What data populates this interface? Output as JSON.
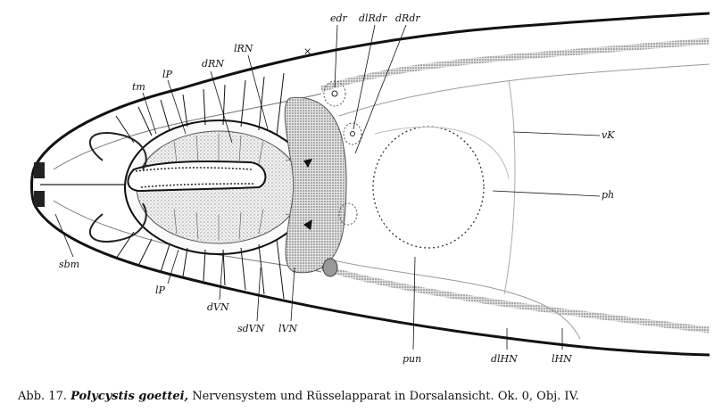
{
  "figure": {
    "labels": {
      "edr": "edr",
      "dlRdr": "dlRdr",
      "dRdr": "dRdr",
      "lRN": "lRN",
      "x": "×",
      "dRN": "dRN",
      "lP_top": "lP",
      "tm": "tm",
      "vK": "vK",
      "ph": "ph",
      "sbm": "sbm",
      "lP_bottom": "lP",
      "dVN": "dVN",
      "sdVN": "sdVN",
      "lVN": "lVN",
      "pun": "pun",
      "dlHN": "dlHN",
      "lHN": "lHN"
    }
  },
  "caption": {
    "number": "Abb. 17.",
    "species": "Polycystis goettei,",
    "description": "Nervensystem und Rüsselapparat in Dorsalansicht.",
    "ocular": "Ok. 0,",
    "objective": "Obj. IV."
  }
}
